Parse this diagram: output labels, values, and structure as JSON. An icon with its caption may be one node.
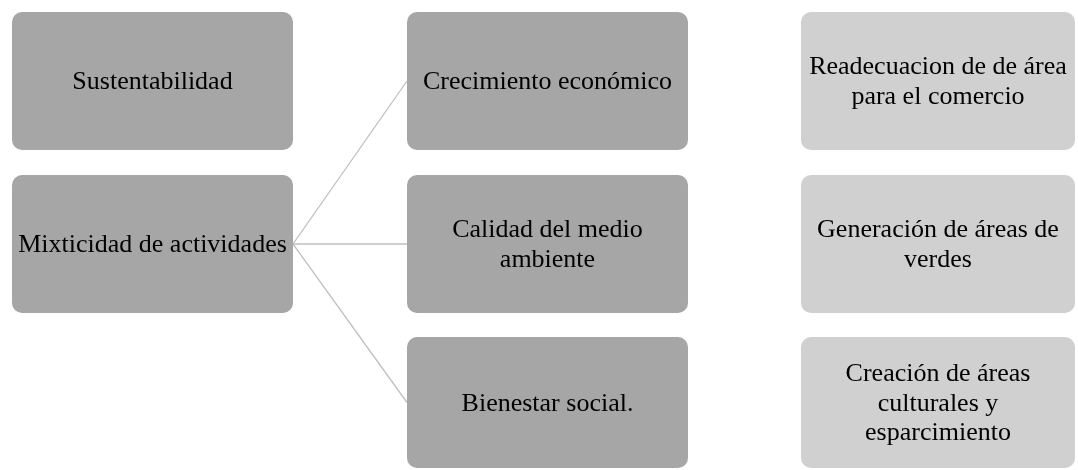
{
  "diagram": {
    "nodes": [
      {
        "text": [
          "Sustentabilidad"
        ]
      },
      {
        "text": [
          "Crecimiento económico"
        ]
      },
      {
        "text": [
          "Readecuacion de de área para el comercio"
        ]
      },
      {
        "text": [
          "Mixticidad de actividades"
        ]
      },
      {
        "text": [
          "Calidad del medio ambiente"
        ]
      },
      {
        "text": [
          "Generación de áreas de verdes"
        ]
      },
      {
        "text": [
          "Bienestar social."
        ]
      },
      {
        "text": [
          "Creación de áreas culturales y esparcimiento"
        ]
      }
    ],
    "edges": [
      {
        "from": 3,
        "to": 1,
        "arrow": "none"
      },
      {
        "from": 3,
        "to": 4,
        "arrow": "none"
      },
      {
        "from": 3,
        "to": 6,
        "arrow": "none"
      }
    ]
  }
}
